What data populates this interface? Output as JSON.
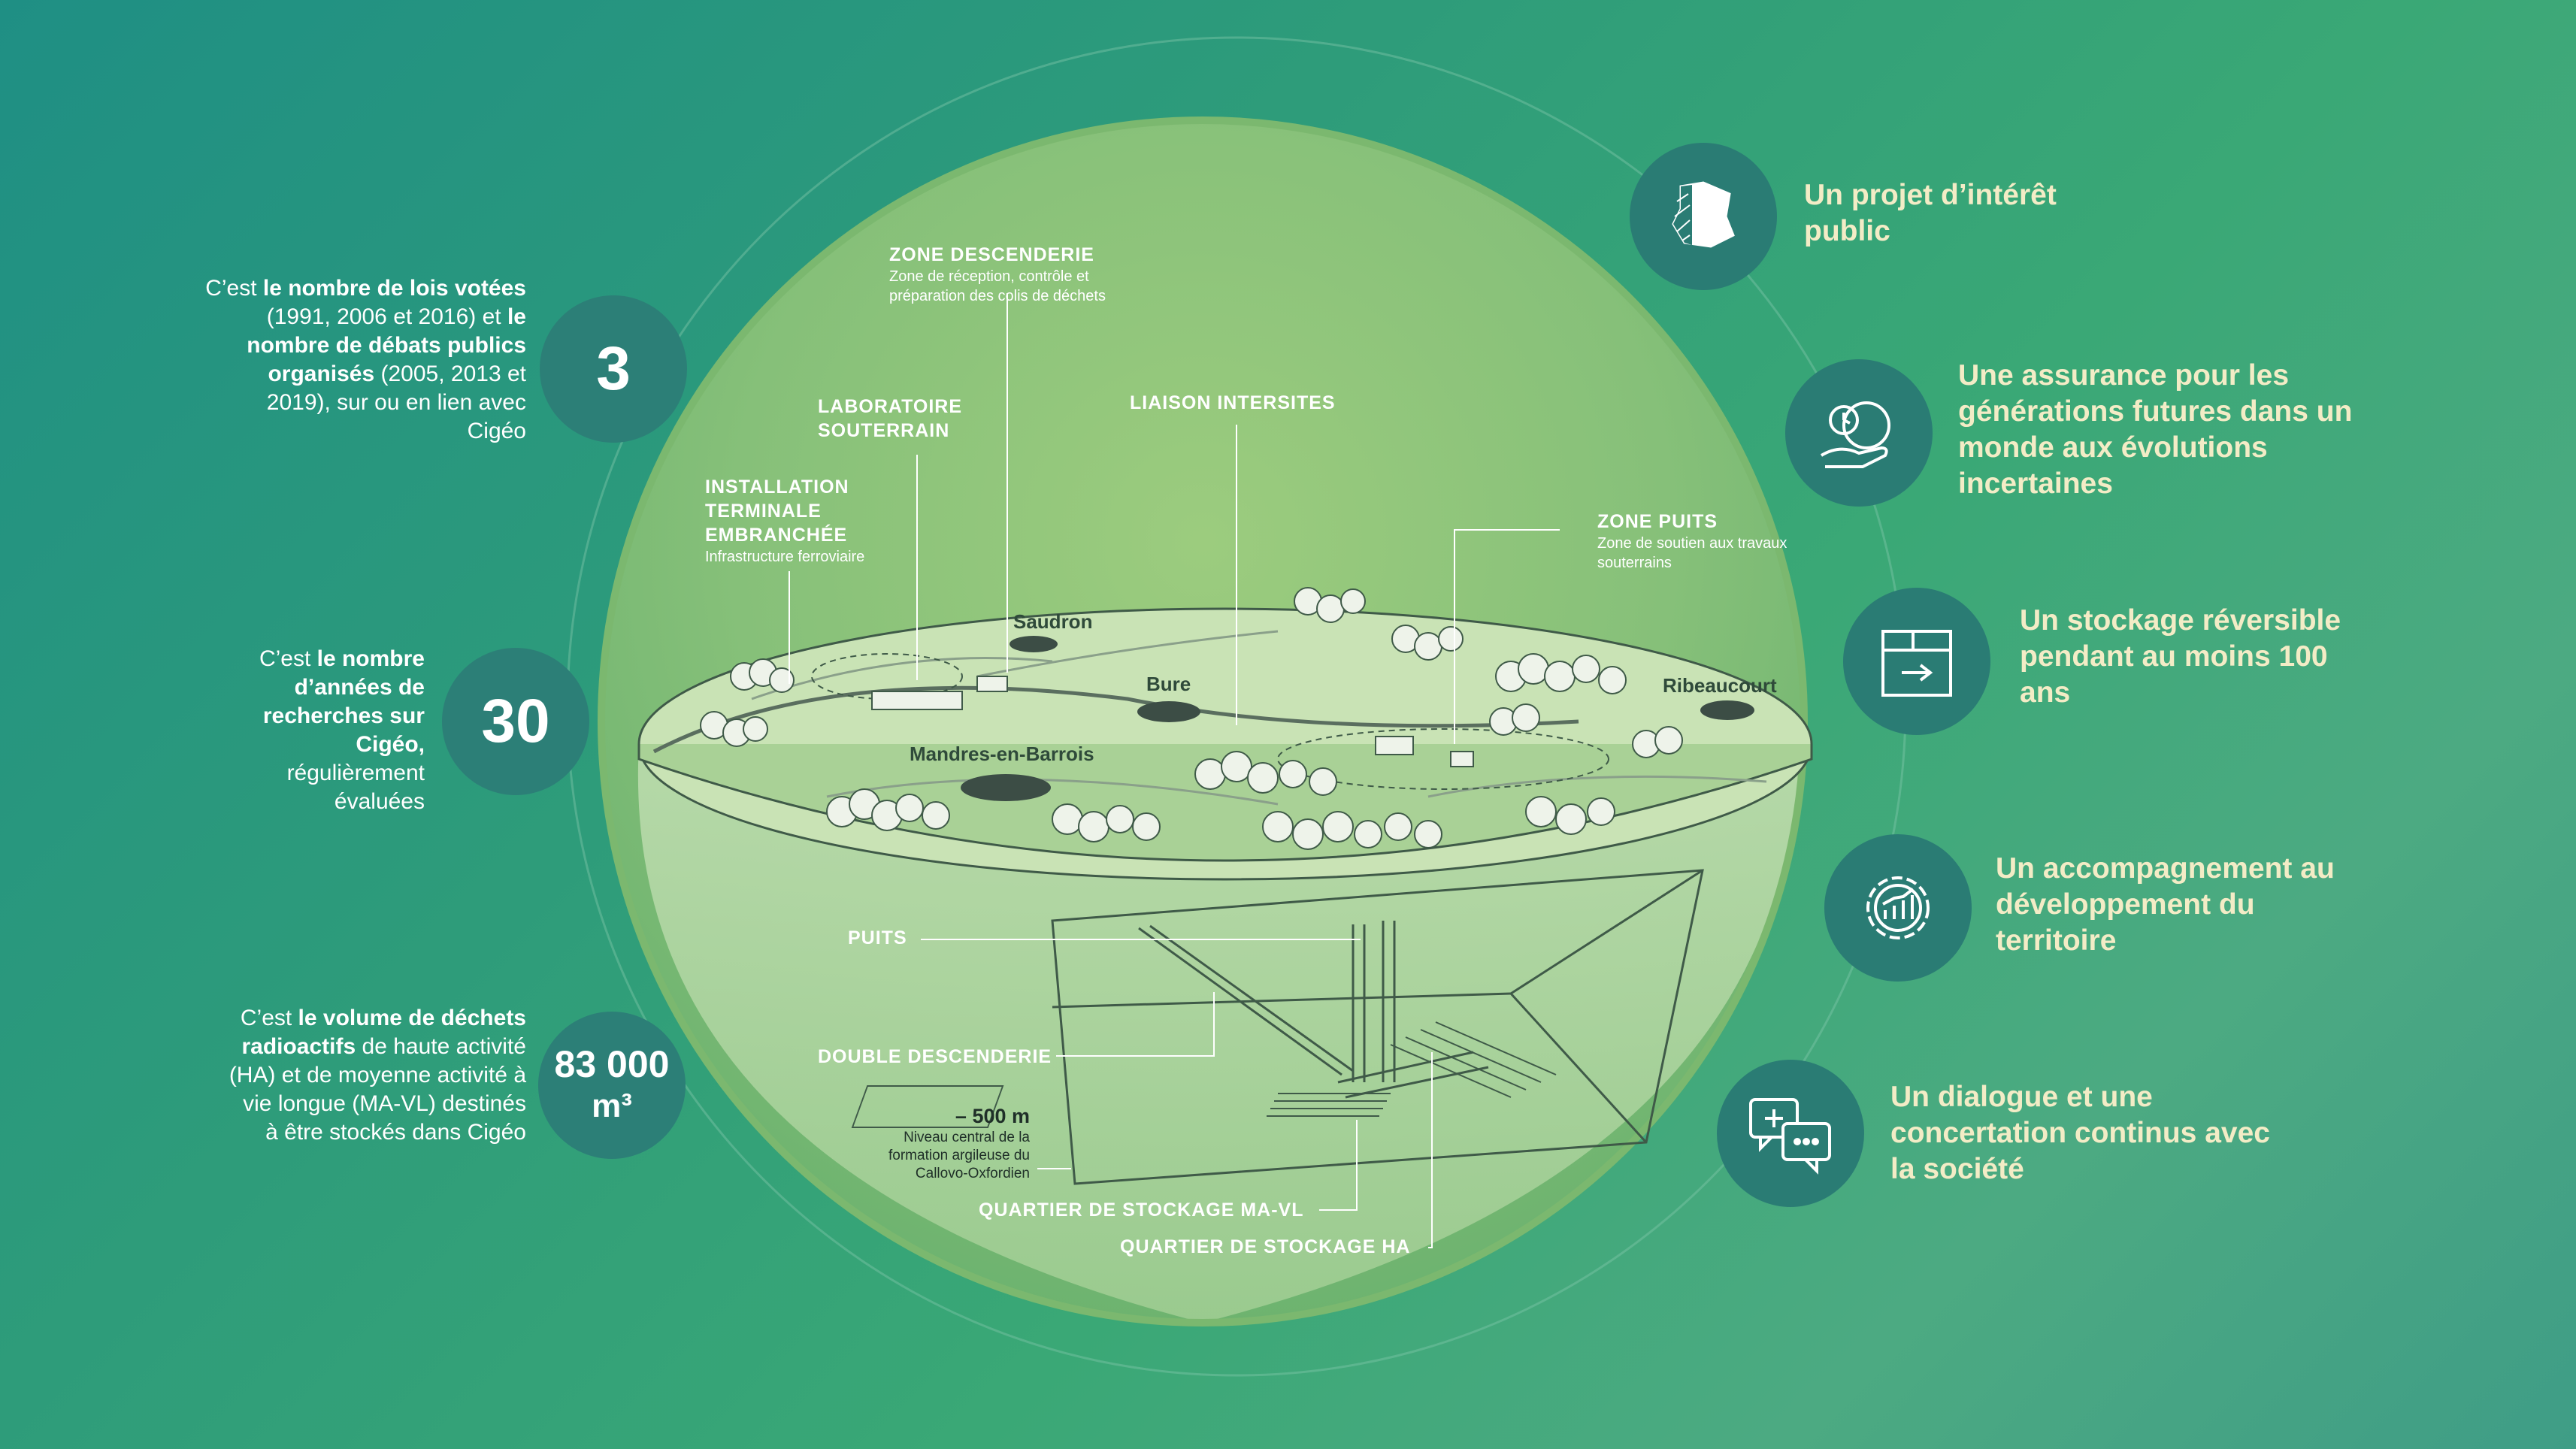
{
  "stats": [
    {
      "value": "3",
      "html_parts": [
        "C’est ",
        "le nombre de lois votées",
        " (1991, 2006 et 2016) et ",
        "le nombre de débats publics organisés",
        " (2005, 2013 et 2019), sur ou en lien avec Cigéo"
      ]
    },
    {
      "value": "30",
      "html_parts": [
        "C’est ",
        "le nombre d’années de recherches sur Cigéo,",
        " régulièrement évaluées"
      ]
    },
    {
      "value": "83 000",
      "unit": "m³",
      "html_parts": [
        "C’est ",
        "le volume de déchets radioactifs",
        " de haute activité (HA) et de moyenne activité à vie longue (MA-VL)  destinés à être stockés dans Cigéo"
      ]
    }
  ],
  "features": [
    {
      "label": "Un projet d’intérêt public",
      "icon": "france-map-icon"
    },
    {
      "label": "Une assurance pour les générations futures dans un monde aux évolutions incertaines",
      "icon": "globe-clock-hand-icon"
    },
    {
      "label": "Un stockage réversible pendant au moins 100 ans",
      "icon": "box-arrow-icon"
    },
    {
      "label": "Un accompagnement au développement du territoire",
      "icon": "gear-chart-icon"
    },
    {
      "label": "Un dialogue et une concertation continus avec la société",
      "icon": "chat-bubbles-icon"
    }
  ],
  "diagram": {
    "zone_descenderie": {
      "title": "ZONE DESCENDERIE",
      "desc": "Zone de réception, contrôle et préparation des colis de déchets"
    },
    "laboratoire": {
      "title": "LABORATOIRE SOUTERRAIN"
    },
    "installation": {
      "title": "INSTALLATION TERMINALE EMBRANCHÉE",
      "desc": "Infrastructure ferroviaire"
    },
    "liaison": {
      "title": "LIAISON INTERSITES"
    },
    "zone_puits": {
      "title": "ZONE PUITS",
      "desc": "Zone de soutien aux travaux souterrains"
    },
    "places": [
      "Saudron",
      "Bure",
      "Ribeaucourt",
      "Mandres-en-Barrois"
    ],
    "puits": "PUITS",
    "double_descenderie": "DOUBLE DESCENDERIE",
    "depth": {
      "value": "– 500 m",
      "desc": "Niveau central de la formation argileuse du Callovo-Oxfordien"
    },
    "quartier_mavl": "QUARTIER DE STOCKAGE MA-VL",
    "quartier_ha": "QUARTIER DE STOCKAGE HA"
  }
}
